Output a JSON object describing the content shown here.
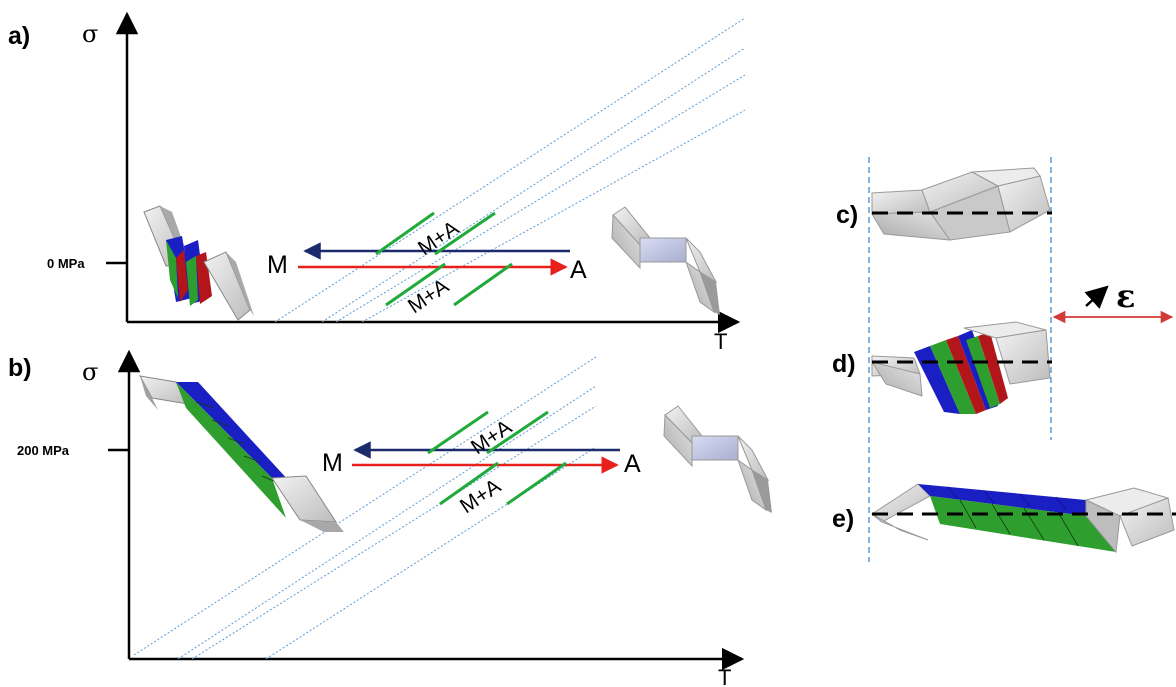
{
  "panels": {
    "a": {
      "label": "a)",
      "y_axis_symbol": "σ",
      "x_axis_symbol": "T",
      "stress_tick": "0 MPa",
      "start_phase": "M",
      "end_phase": "A",
      "mix_label_top": "M+A",
      "mix_label_bottom": "M+A"
    },
    "b": {
      "label": "b)",
      "y_axis_symbol": "σ",
      "x_axis_symbol": "T",
      "stress_tick": "200 MPa",
      "start_phase": "M",
      "end_phase": "A",
      "mix_label_top": "M+A",
      "mix_label_bottom": "M+A"
    },
    "c": {
      "label": "c)"
    },
    "d": {
      "label": "d)"
    },
    "e": {
      "label": "e)"
    }
  },
  "strain": {
    "symbol": "ε"
  },
  "colors": {
    "forward_arrow": "#e8201c",
    "reverse_arrow": "#1c2b6b",
    "transition_marker": "#1faa3a",
    "guide_line": "#5a9bd5",
    "strain_arrow": "#d23a3a",
    "martensite_blue": "#1a1fc4",
    "martensite_green": "#2e9e2e",
    "martensite_red": "#b3161a",
    "austenite_gray": "#d8d8d8"
  }
}
